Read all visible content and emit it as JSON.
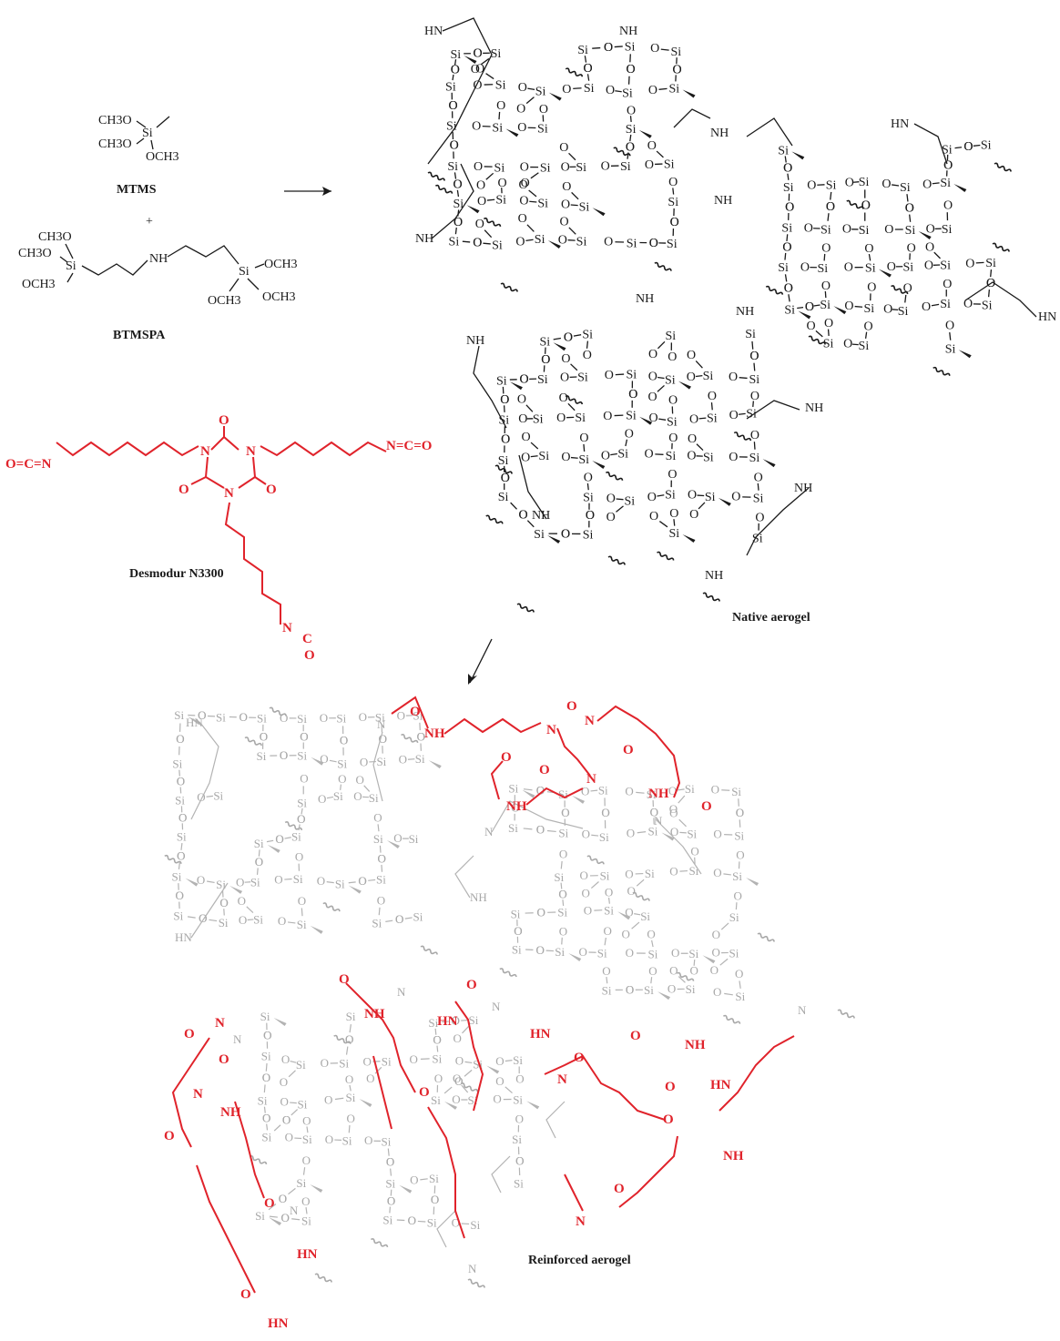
{
  "reagents": {
    "mtms": {
      "groups": [
        "CH3O",
        "CH3O",
        "Si",
        "OCH3"
      ],
      "label": "MTMS"
    },
    "plus": "+",
    "btmspa": {
      "groups": [
        "CH3O",
        "CH3O",
        "OCH3",
        "Si",
        "NH",
        "Si",
        "OCH3",
        "OCH3",
        "OCH3"
      ],
      "label": "BTMSPA"
    },
    "desmodur": {
      "groups": [
        "O=C=N",
        "N",
        "N",
        "N",
        "O",
        "O",
        "O",
        "N=C=O",
        "N",
        "C",
        "O"
      ],
      "label": "Desmodur N3300"
    }
  },
  "native": {
    "label": "Native aerogel",
    "atoms": [
      "HN",
      "NH",
      "NH",
      "NH",
      "NH",
      "HN",
      "NH",
      "NH",
      "NH",
      "HN",
      "NH",
      "NH",
      "NH",
      "NH",
      "Si",
      "O"
    ]
  },
  "reinforced": {
    "label": "Reinforced aerogel",
    "red_atoms": [
      "O",
      "NH",
      "N",
      "N",
      "O",
      "O",
      "N",
      "O",
      "NH",
      "O",
      "NH",
      "O",
      "O",
      "NH",
      "HN",
      "O",
      "HN",
      "N",
      "O",
      "O",
      "O",
      "HN",
      "NH",
      "O",
      "NH",
      "O",
      "N",
      "N",
      "O",
      "O",
      "N",
      "O",
      "NH",
      "O",
      "HN",
      "O",
      "HN",
      "O"
    ],
    "gray_atoms": [
      "HN",
      "N",
      "N",
      "N",
      "NH",
      "HN",
      "N",
      "N",
      "N",
      "N",
      "N",
      "N",
      "Si",
      "O"
    ]
  },
  "colors": {
    "black": "#1a1a1a",
    "red": "#e0232b",
    "gray": "#b3b3b3"
  }
}
